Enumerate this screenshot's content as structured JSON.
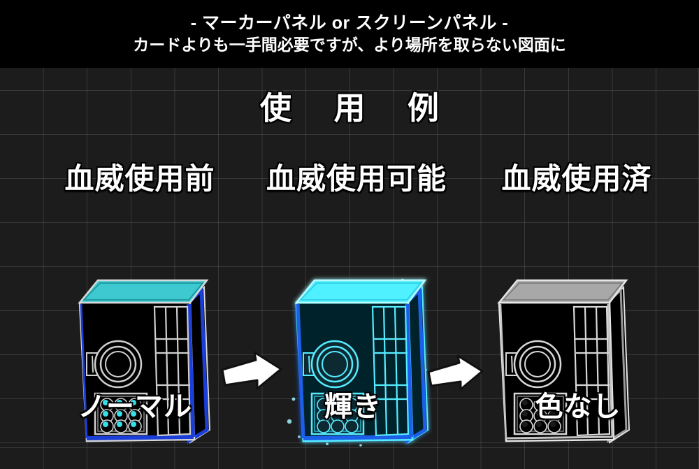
{
  "banner": {
    "line1": "- マーカーパネル or スクリーンパネル -",
    "line2": "カードよりも一手間必要ですが、より場所を取らない図面に"
  },
  "section": {
    "title": "使 用 例"
  },
  "columns": [
    {
      "heading": "血威使用前",
      "caption": "ノーマル",
      "state": "normal",
      "top_panel_color": "#3ec9d0",
      "outline_color": "#d8d8d8",
      "accent_color": "#1b3ed6",
      "body_color": "#000000",
      "indicator_color": "#35e0e8"
    },
    {
      "heading": "血威使用可能",
      "caption": "輝き",
      "state": "glow",
      "top_panel_color": "#4ff0ff",
      "outline_color": "#56ecff",
      "accent_color": "#1a5fe8",
      "body_color": "#06242c",
      "indicator_color": "#0c2a33"
    },
    {
      "heading": "血威使用済",
      "caption": "色なし",
      "state": "colorless",
      "top_panel_color": "#a8a8a8",
      "outline_color": "#e6e6e6",
      "accent_color": "#9a9a9a",
      "body_color": "#000000",
      "indicator_color": "#1a1a1a"
    }
  ],
  "arrows": [
    {
      "name": "arrow-1",
      "direction": "right",
      "color": "#ffffff"
    },
    {
      "name": "arrow-2",
      "direction": "right",
      "color": "#ffffff"
    }
  ],
  "background": {
    "board_color": "#1c1c1c",
    "grid_line_color": "#c8c8c8",
    "banner_color": "#000000"
  }
}
